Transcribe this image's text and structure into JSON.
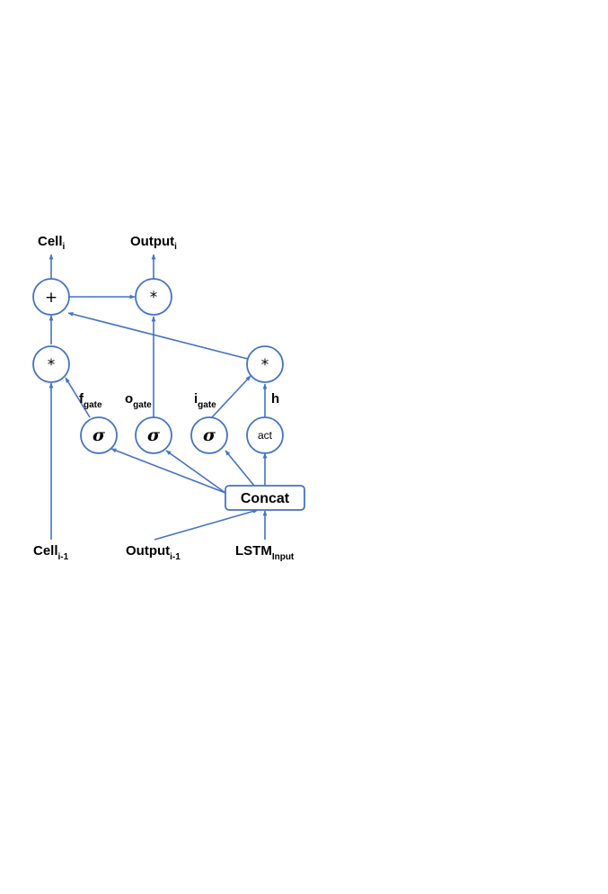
{
  "colors": {
    "line": "#4472c4",
    "text": "#000000",
    "background": "#ffffff"
  },
  "nodes": {
    "add": "+",
    "mult_cell": "*",
    "mult_output": "*",
    "mult_input": "*",
    "sigma_f": "σ",
    "sigma_o": "σ",
    "sigma_i": "σ",
    "act": "act",
    "concat": "Concat"
  },
  "labels": {
    "cell_out": {
      "main": "Cell",
      "sub": "i"
    },
    "output_out": {
      "main": "Output",
      "sub": "i"
    },
    "cell_in": {
      "main": "Cell",
      "sub": "i-1"
    },
    "output_in": {
      "main": "Output",
      "sub": "i-1"
    },
    "lstm_in": {
      "main": "LSTM",
      "sub": "Input"
    },
    "f_gate": {
      "main": "f",
      "sub": "gate"
    },
    "o_gate": {
      "main": "o",
      "sub": "gate"
    },
    "i_gate": {
      "main": "i",
      "sub": "gate"
    },
    "h": {
      "main": "h"
    }
  }
}
